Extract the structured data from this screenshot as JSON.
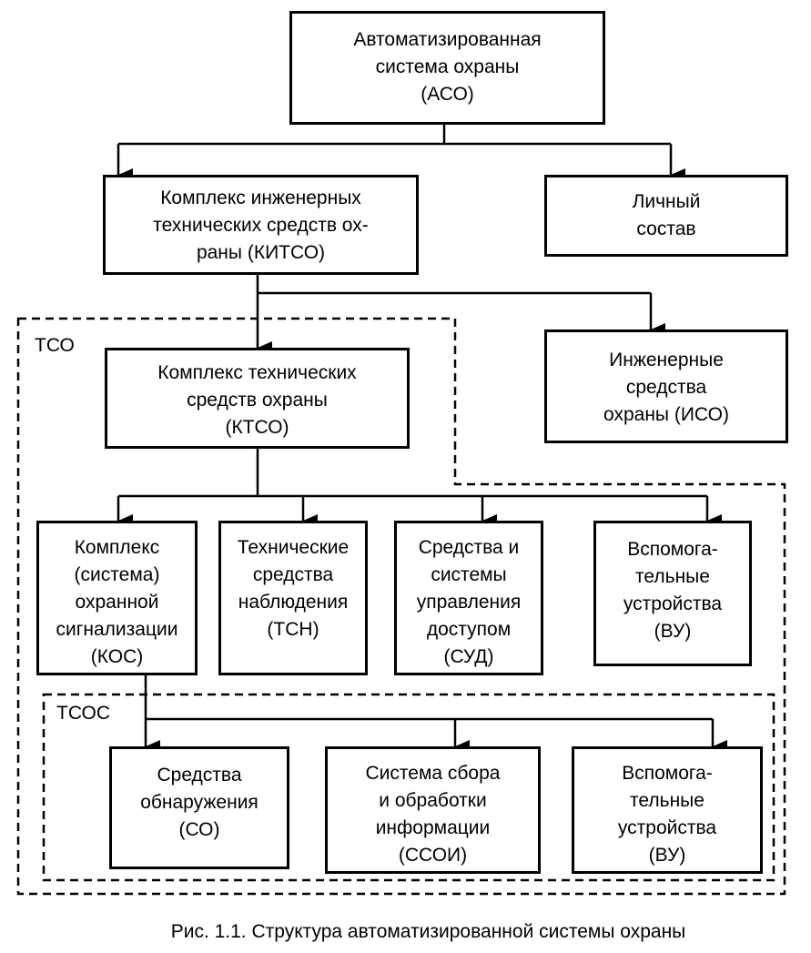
{
  "diagram": {
    "caption": "Рис. 1.1. Структура автоматизированной системы охраны",
    "regions": {
      "tso": {
        "label": "ТСО"
      },
      "tsos": {
        "label": "ТСОС"
      }
    },
    "nodes": {
      "aso": {
        "lines": [
          "Автоматизированная",
          "система охраны",
          "(АСО)"
        ]
      },
      "kitso": {
        "lines": [
          "Комплекс инженерных",
          "технических средств ох-",
          "раны (КИТСО)"
        ]
      },
      "staff": {
        "lines": [
          "Личный",
          "состав"
        ]
      },
      "ktso": {
        "lines": [
          "Комплекс технических",
          "средств охраны",
          "(КТСО)"
        ]
      },
      "iso": {
        "lines": [
          "Инженерные",
          "средства",
          "охраны (ИСО)"
        ]
      },
      "kos": {
        "lines": [
          "Комплекс",
          "(система)",
          "охранной",
          "сигнализации",
          "(КОС)"
        ]
      },
      "tsn": {
        "lines": [
          "Технические",
          "средства",
          "наблюдения",
          "(ТСН)"
        ]
      },
      "sud": {
        "lines": [
          "Средства  и",
          "системы",
          "управления",
          "доступом",
          "(СУД)"
        ]
      },
      "vu1": {
        "lines": [
          "Вспомога-",
          "тельные",
          "устройства",
          "(ВУ)"
        ]
      },
      "so": {
        "lines": [
          "Средства",
          "обнаружения",
          "(СО)"
        ]
      },
      "ssoi": {
        "lines": [
          "Система  сбора",
          "и обработки",
          "информации",
          "(ССОИ)"
        ]
      },
      "vu2": {
        "lines": [
          "Вспомога-",
          "тельные",
          "устройства",
          "(ВУ)"
        ]
      }
    },
    "edges": [
      {
        "from": "aso",
        "to": "kitso"
      },
      {
        "from": "aso",
        "to": "staff"
      },
      {
        "from": "kitso",
        "to": "ktso"
      },
      {
        "from": "kitso",
        "to": "iso"
      },
      {
        "from": "ktso",
        "to": "kos"
      },
      {
        "from": "ktso",
        "to": "tsn"
      },
      {
        "from": "ktso",
        "to": "sud"
      },
      {
        "from": "ktso",
        "to": "vu1"
      },
      {
        "from": "kos",
        "to": "so"
      },
      {
        "from": "kos",
        "to": "ssoi"
      },
      {
        "from": "kos",
        "to": "vu2"
      }
    ]
  }
}
